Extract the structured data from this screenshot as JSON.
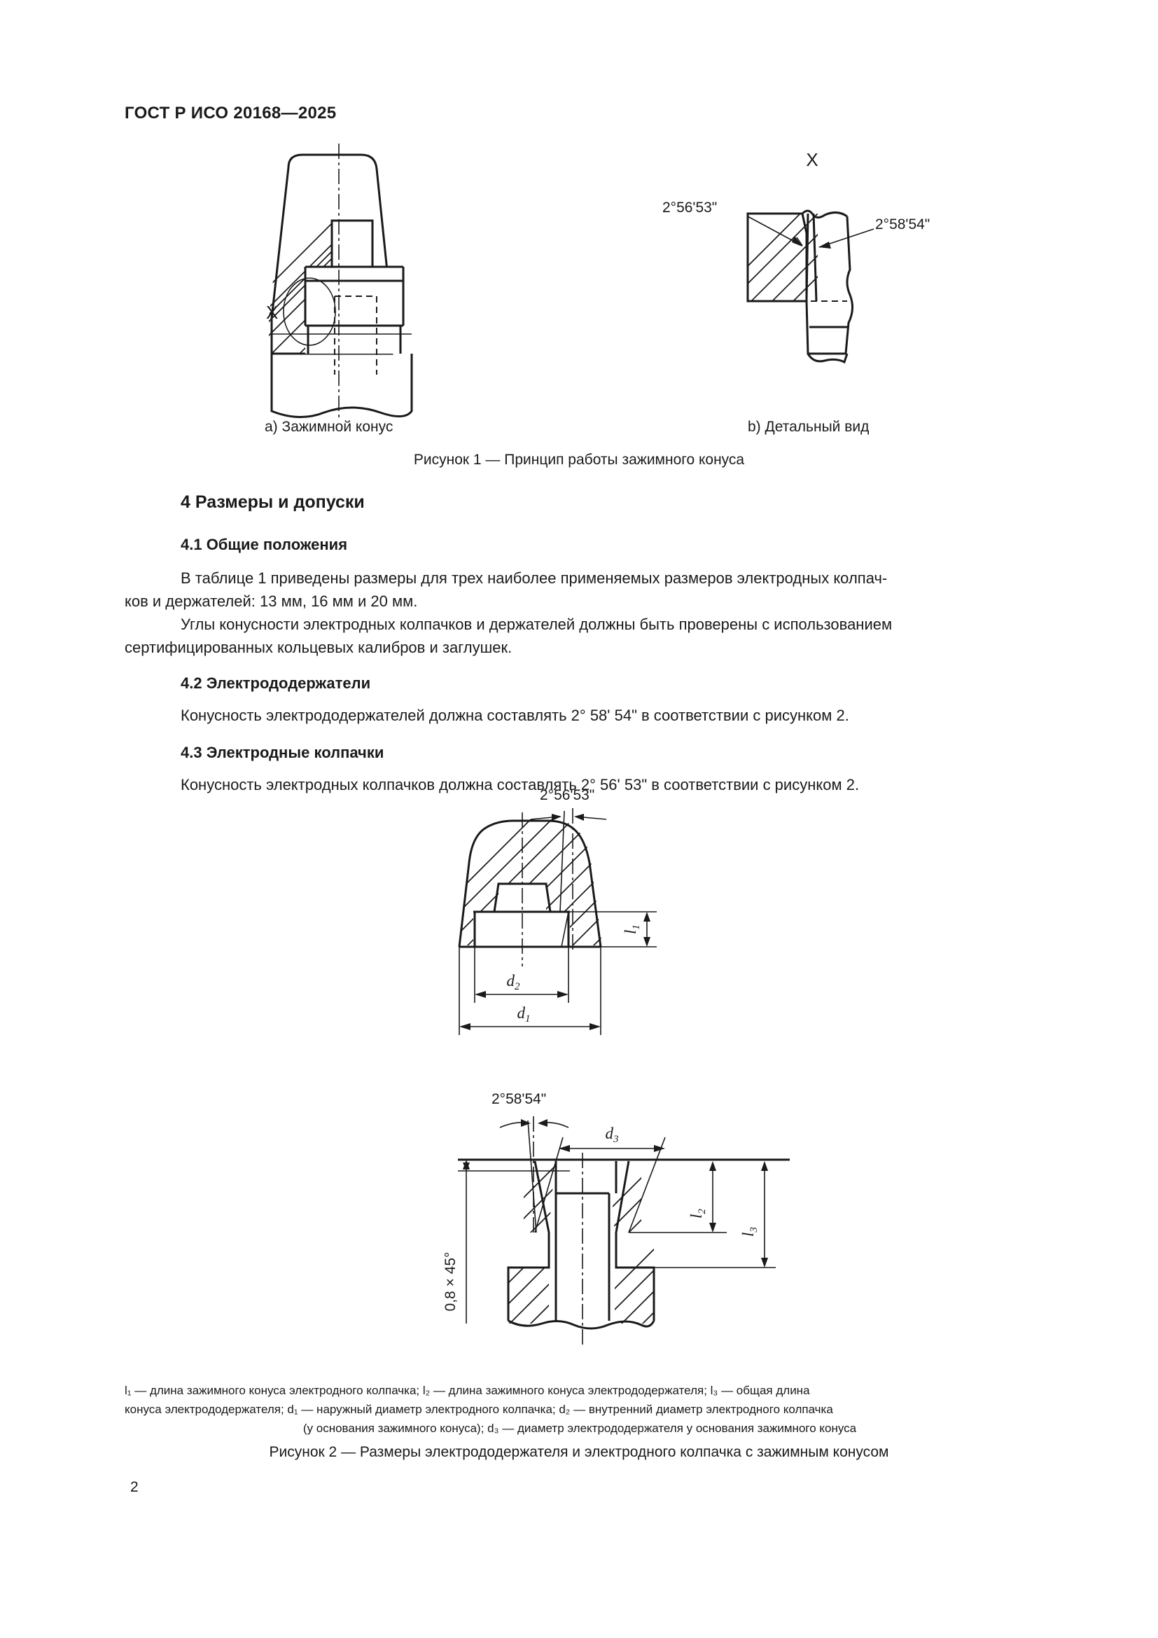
{
  "document": {
    "header": "ГОСТ Р ИСО 20168—2025",
    "page_number": "2"
  },
  "figure1": {
    "detail_marker_a": "X",
    "detail_marker_b": "X",
    "angle_cap": "2°56'53\"",
    "angle_holder": "2°58'54\"",
    "subcaption_a": "a)  Зажимной конус",
    "subcaption_b": "b)  Детальный вид",
    "caption": "Рисунок 1 — Принцип работы зажимного конуса"
  },
  "sections": {
    "s4_title": "4  Размеры и допуски",
    "s41_title": "4.1  Общие положения",
    "s41_p1_l1": "В таблице 1 приведены размеры для трех наиболее применяемых размеров электродных колпач-",
    "s41_p1_l2": "ков и держателей: 13 мм, 16 мм и 20 мм.",
    "s41_p2_l1": "Углы конусности электродных колпачков и держателей должны быть проверены с использованием",
    "s41_p2_l2": "сертифицированных кольцевых калибров и заглушек.",
    "s42_title": "4.2  Электрододержатели",
    "s42_p1": "Конусность электрододержателей должна составлять 2° 58' 54\" в соответствии с рисунком 2.",
    "s43_title": "4.3  Электродные колпачки",
    "s43_p1": "Конусность электродных колпачков должна составлять 2° 56' 53\" в соответствии с рисунком 2."
  },
  "figure2": {
    "angle_cap": "2°56'53\"",
    "angle_holder": "2°58'54\"",
    "chamfer": "0,8 × 45°",
    "dim_l1": "l",
    "dim_l1_sub": "1",
    "dim_l2": "l",
    "dim_l2_sub": "2",
    "dim_l3": "l",
    "dim_l3_sub": "3",
    "dim_d1": "d",
    "dim_d1_sub": "1",
    "dim_d2": "d",
    "dim_d2_sub": "2",
    "dim_d3": "d",
    "dim_d3_sub": "3",
    "legend_line1": "l₁ — длина зажимного конуса электродного колпачка; l₂ — длина зажимного конуса электрододержателя; l₃ — общая длина",
    "legend_line2": "конуса электрододержателя; d₁ — наружный диаметр электродного колпачка; d₂ — внутренний диаметр электродного колпачка",
    "legend_line3": "(у основания зажимного конуса); d₃ — диаметр электрододержателя у основания зажимного конуса",
    "caption": "Рисунок 2 — Размеры электрододержателя и электродного колпачка с зажимным конусом"
  }
}
